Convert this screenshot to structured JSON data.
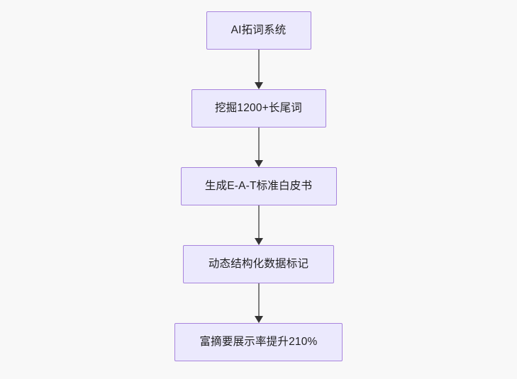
{
  "diagram": {
    "type": "flowchart",
    "orientation": "top-to-bottom",
    "background_color": "#f8f8f8",
    "node_fill_color": "#ebe9fd",
    "node_border_color": "#a884dd",
    "node_text_color": "#1f1f20",
    "connector_color": "#7f7f7f",
    "arrowhead_color": "#333333",
    "nodes": [
      {
        "id": "n1",
        "label": "AI拓词系统"
      },
      {
        "id": "n2",
        "label": "挖掘1200+长尾词"
      },
      {
        "id": "n3",
        "label": "生成E-A-T标准白皮书"
      },
      {
        "id": "n4",
        "label": "动态结构化数据标记"
      },
      {
        "id": "n5",
        "label": "富摘要展示率提升210%"
      }
    ],
    "edges": [
      {
        "id": "e1",
        "from": "n1",
        "to": "n2",
        "label": "",
        "arrow": "arrow-down-icon"
      },
      {
        "id": "e2",
        "from": "n2",
        "to": "n3",
        "label": "",
        "arrow": "arrow-down-icon"
      },
      {
        "id": "e3",
        "from": "n3",
        "to": "n4",
        "label": "",
        "arrow": "arrow-down-icon"
      },
      {
        "id": "e4",
        "from": "n4",
        "to": "n5",
        "label": "",
        "arrow": "arrow-down-icon"
      }
    ]
  }
}
